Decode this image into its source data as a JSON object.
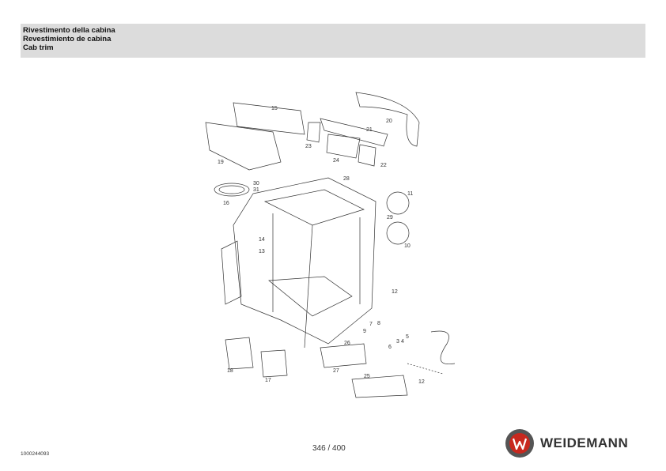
{
  "header": {
    "line1": "Rivestimento della cabina",
    "line2": "Revestimiento de cabina",
    "line3": "Cab trim"
  },
  "callouts": [
    "15",
    "20",
    "21",
    "23",
    "24",
    "22",
    "19",
    "28",
    "30",
    "31",
    "11",
    "16",
    "29",
    "14",
    "13",
    "10",
    "12",
    "9",
    "7",
    "8",
    "6",
    "3",
    "4",
    "5",
    "26",
    "27",
    "25",
    "18",
    "17",
    "12"
  ],
  "footer": {
    "page": "346 / 400",
    "doc_id": "1000244093",
    "brand": "WEIDEMANN"
  },
  "colors": {
    "header_bg": "#dcdcdc",
    "logo_red": "#c8281e",
    "logo_gray": "#555555"
  }
}
